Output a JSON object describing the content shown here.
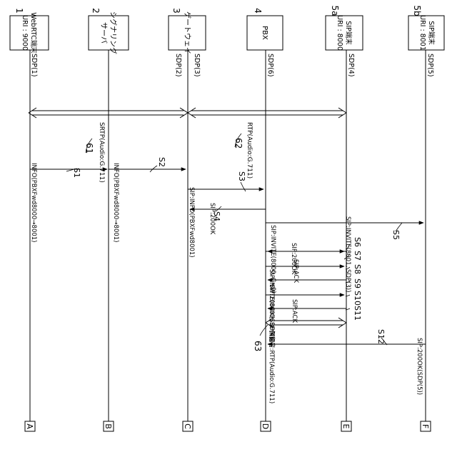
{
  "nodes": [
    {
      "id": "1",
      "name_line1": "WebRTC端末",
      "name_line2": "URI : 9000",
      "sdp_labels": [
        "SDP(1)"
      ],
      "lane_label": "A"
    },
    {
      "id": "2",
      "name_line1": "シグナリング",
      "name_line2": "サーバ",
      "sdp_labels": [],
      "lane_label": "B"
    },
    {
      "id": "3",
      "name_line1": "ゲートウェイ",
      "name_line2": "",
      "sdp_labels": [
        "SDP(2)",
        "SDP(3)"
      ],
      "lane_label": "C"
    },
    {
      "id": "4",
      "name_line1": "PBX",
      "name_line2": "",
      "sdp_labels": [
        "SDP(6)"
      ],
      "lane_label": "D"
    },
    {
      "id": "5a",
      "name_line1": "SIP端末",
      "name_line2": "URI : 8000",
      "sdp_labels": [
        "SDP(4)"
      ],
      "lane_label": "E"
    },
    {
      "id": "5b",
      "name_line1": "SIP端末",
      "name_line2": "URI : 8001",
      "sdp_labels": [
        "SDP(5)"
      ],
      "lane_label": "F"
    }
  ],
  "messages": [
    {
      "step": "S1",
      "text": "INFO(PBXFwd8000→8001)"
    },
    {
      "step": "S2",
      "text": "INFO(PBXFwd8000→8001)"
    },
    {
      "step": "S3",
      "text": "SIP:INFO(PBXFwd8001)"
    },
    {
      "step": "S4",
      "text": "SIP:200OK"
    },
    {
      "step": "S5",
      "text": "SIP:INVITE(8001, SDP(3))"
    },
    {
      "step": "S6",
      "text": "SIP:INVITE(8000, C=0)"
    },
    {
      "step": "S7",
      "text": "SIP:200OK"
    },
    {
      "step": "S8",
      "text": "SIP:ACK"
    },
    {
      "step": "S9",
      "text": "SIP:INVITE(8000, SDP(6))"
    },
    {
      "step": "S10",
      "text": "SIP:200OK(SDP(4))"
    },
    {
      "step": "S11",
      "text": "SIP:ACK"
    },
    {
      "step": "S12",
      "text": "SIP:200OK(SDP(5))"
    }
  ],
  "streams": [
    {
      "ref": "61",
      "text": "SRTP(Audio:G.711)"
    },
    {
      "ref": "62",
      "text": "RTP(Audio:G.711)"
    },
    {
      "ref": "63",
      "text": "保留音:RTP(Audio:G.711)"
    }
  ]
}
